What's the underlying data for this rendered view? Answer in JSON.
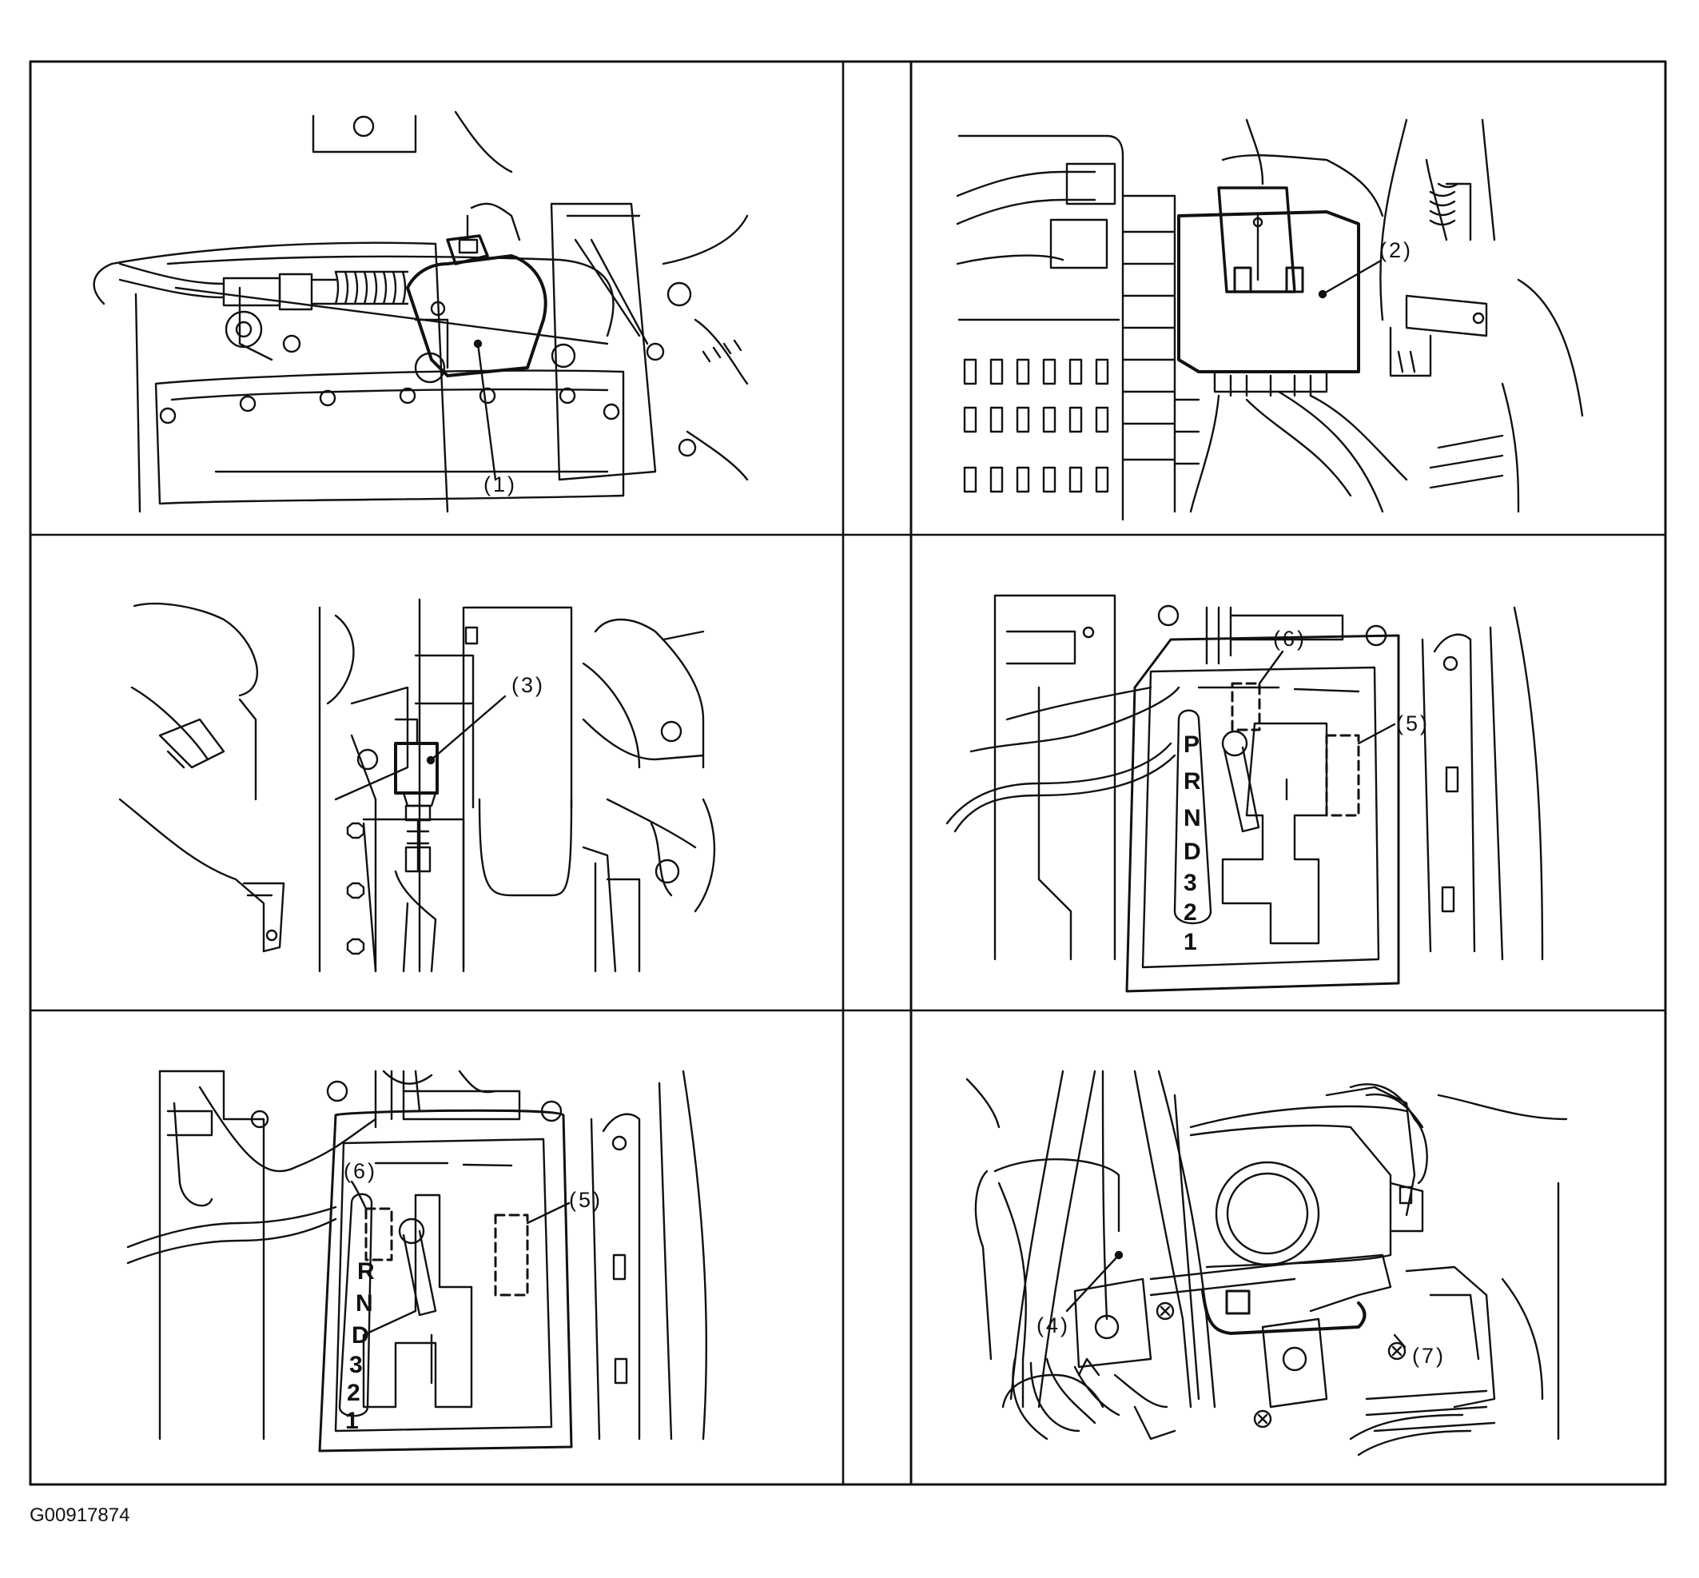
{
  "figure_id": "G00917874",
  "panels": [
    {
      "callouts": [
        "(1)"
      ]
    },
    {
      "callouts": [
        "(2)"
      ]
    },
    {
      "callouts": [
        "(3)"
      ]
    },
    {
      "callouts": [
        "(6)",
        "(5)"
      ],
      "gate_letters": [
        "P",
        "R",
        "N",
        "D",
        "3",
        "2",
        "1"
      ]
    },
    {
      "callouts": [
        "(6)",
        "(5)"
      ],
      "gate_letters": [
        "R",
        "N",
        "D",
        "3",
        "2",
        "1"
      ]
    },
    {
      "callouts": [
        "(4)",
        "(7)"
      ]
    }
  ],
  "colors": {
    "ink": "#111111",
    "background": "#ffffff"
  }
}
